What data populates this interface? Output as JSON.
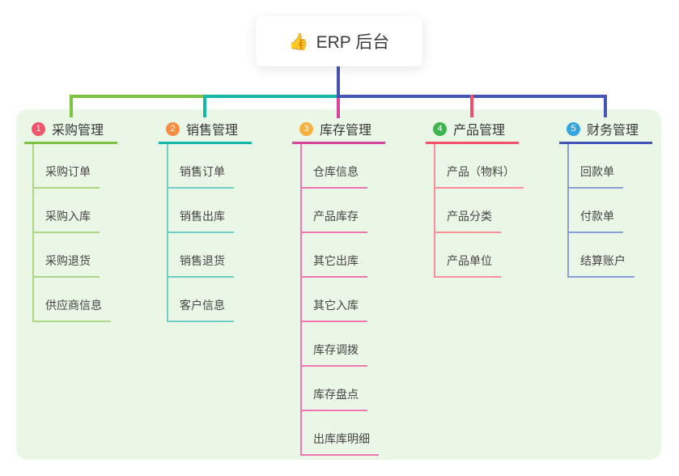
{
  "root": {
    "icon_glyph": "👍",
    "label": "ERP 后台"
  },
  "branches": [
    {
      "num": "1",
      "title": "采购管理",
      "children": [
        "采购订单",
        "采购入库",
        "采购退货",
        "供应商信息"
      ],
      "line_color": "#7dc242",
      "child_line_color": "#aed584",
      "badge_color": "#f2556a"
    },
    {
      "num": "2",
      "title": "销售管理",
      "children": [
        "销售订单",
        "销售出库",
        "销售退货",
        "客户信息"
      ],
      "line_color": "#14b8ab",
      "child_line_color": "#6fcfc5",
      "badge_color": "#fa8c40"
    },
    {
      "num": "3",
      "title": "库存管理",
      "children": [
        "仓库信息",
        "产品库存",
        "其它出库",
        "其它入库",
        "库存调拨",
        "库存盘点",
        "出库库明细"
      ],
      "line_color": "#d8449c",
      "child_line_color": "#f075b0",
      "badge_color": "#fbb03d"
    },
    {
      "num": "4",
      "title": "产品管理",
      "children": [
        "产品（物料）",
        "产品分类",
        "产品单位"
      ],
      "line_color": "#f2506c",
      "child_line_color": "#f7909b",
      "badge_color": "#3cb54e"
    },
    {
      "num": "5",
      "title": "财务管理",
      "children": [
        "回款单",
        "付款单",
        "结算账户"
      ],
      "line_color": "#4355b5",
      "child_line_color": "#8ba0da",
      "badge_color": "#35a5df"
    }
  ],
  "colors": {
    "page_background": "#ffffff",
    "panel_background": "#eaf6e6",
    "root_connector": "#4355b5",
    "root_text": "#3c3c3c",
    "branch_title_text": "#383838",
    "child_text": "#454545"
  }
}
